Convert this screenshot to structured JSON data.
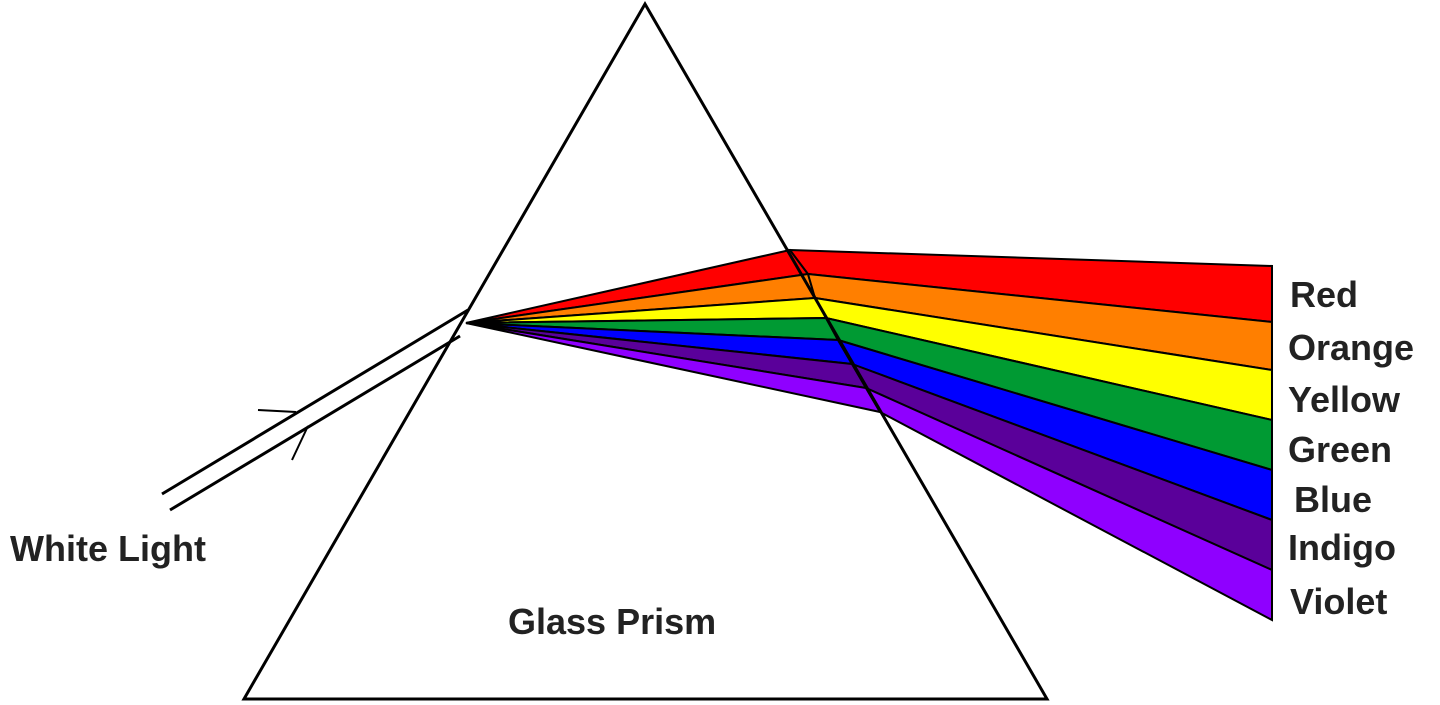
{
  "diagram": {
    "white_light_label": "White Light",
    "prism_label": "Glass Prism",
    "spectrum": [
      {
        "name": "Red",
        "color": "#ff0000"
      },
      {
        "name": "Orange",
        "color": "#ff7f00"
      },
      {
        "name": "Yellow",
        "color": "#ffff00"
      },
      {
        "name": "Green",
        "color": "#009a33"
      },
      {
        "name": "Blue",
        "color": "#0000ff"
      },
      {
        "name": "Indigo",
        "color": "#5a009a"
      },
      {
        "name": "Violet",
        "color": "#8f00ff"
      }
    ],
    "line_color": "#000000",
    "background": "#ffffff"
  }
}
